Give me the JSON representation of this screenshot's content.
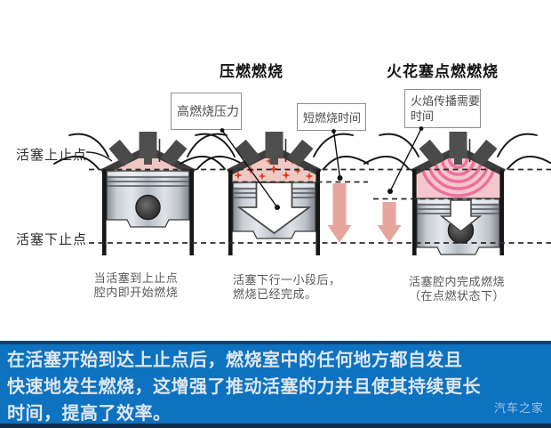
{
  "headings": {
    "compression": "压燃燃烧",
    "spark": "火花塞点燃燃烧"
  },
  "callouts": {
    "high_pressure": "高燃烧压力",
    "short_duration": "短燃烧时间",
    "flame_time_line1": "火焰传播需要",
    "flame_time_line2": "时间"
  },
  "position_labels": {
    "tdc": "活塞上止点",
    "bdc": "活塞下止点"
  },
  "captions": {
    "left": {
      "line1": "当活塞到上止点",
      "line2": "腔内即开始燃烧"
    },
    "middle": {
      "line1": "活塞下行一小段后，",
      "line2": "燃烧已经完成。"
    },
    "right": {
      "line1": "活塞腔内完成燃烧",
      "line2": "（在点燃状态下）"
    }
  },
  "banner": {
    "line1": "在活塞开始到达上止点后，燃烧室中的任何地方都自发且",
    "line2": "快速地发生燃烧，这增强了推动活塞的力并且使其持续更长",
    "line3": "时间，提高了效率。",
    "watermark": "汽车之家",
    "background": "#0d72bf",
    "text_color": "#dde6ef",
    "watermark_color": "#9fc7e6"
  },
  "colors": {
    "chamber_pink": "#f0c8c4",
    "combustion_star_red": "#e03a14",
    "flame_wave_pink": "#ee6f9e",
    "time_arrow_salmon": "#e6a59d",
    "head_gray": "#464646",
    "metal_light": "#e2e6ea",
    "metal_dark": "#80868e"
  }
}
